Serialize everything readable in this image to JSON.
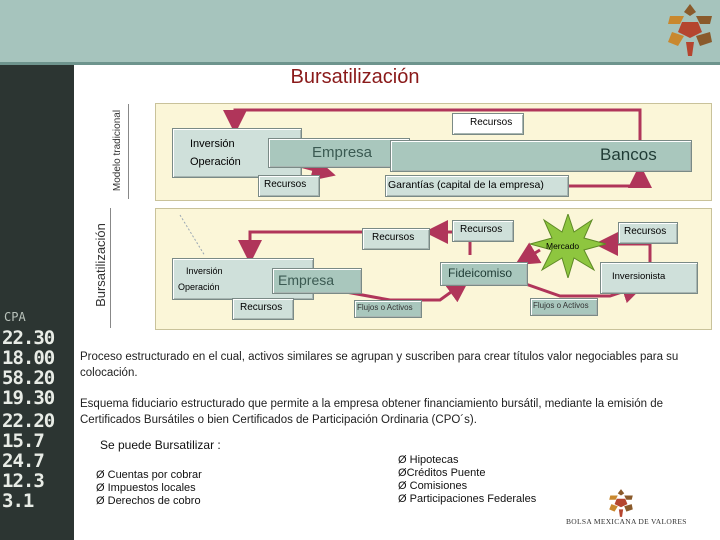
{
  "page": {
    "title": "Bursatilización",
    "side_label_top": "Modelo tradicional",
    "side_label_bottom": "Bursatilización"
  },
  "ticker": {
    "values": [
      "CPA",
      "22.30",
      "18.00",
      "58.20",
      "19.30",
      "22.20",
      "15.7",
      "24.7",
      "12.3",
      "3.1"
    ]
  },
  "traditional": {
    "inversion": "Inversión",
    "operacion": "Operación",
    "empresa": "Empresa",
    "bancos": "Bancos",
    "recursos_top": "Recursos",
    "recursos_left": "Recursos",
    "garantias": "Garantías (capital de la empresa)"
  },
  "securitization": {
    "inversion": "Inversión",
    "operacion": "Operación",
    "empresa": "Empresa",
    "recursos_mid": "Recursos",
    "recursos_bottom": "Recursos",
    "recursos_fideicomiso": "Recursos",
    "recursos_right": "Recursos",
    "mercado": "Mercado",
    "fideicomiso": "Fideicomiso",
    "inversionista": "Inversionista",
    "flujos1": "Flujos o Activos",
    "flujos2": "Flujos o Activos"
  },
  "text": {
    "desc1": "Proceso estructurado en el cual, activos similares se agrupan y suscriben para crear títulos valor negociables para su colocación.",
    "desc2": "Esquema fiduciario estructurado que permite a la empresa obtener financiamiento bursátil, mediante la emisión de Certificados Bursátiles o bien Certificados de Participación Ordinaria (CPO´s).",
    "can_title": "Se puede Bursatilizar :",
    "left_items": [
      "Cuentas por cobrar",
      "Impuestos locales",
      "Derechos de cobro"
    ],
    "right_items": [
      "Hipotecas",
      "Créditos Puente",
      "Comisiones",
      "Participaciones Federales"
    ],
    "bullet": "Ø",
    "bmv": "BOLSA MEXICANA DE VALORES"
  },
  "colors": {
    "arrow": "#b0355a",
    "title": "#8a1a1a",
    "topbar": "#a6c4bd",
    "panel": "#fbf6d8",
    "star": "#8ec63f"
  }
}
